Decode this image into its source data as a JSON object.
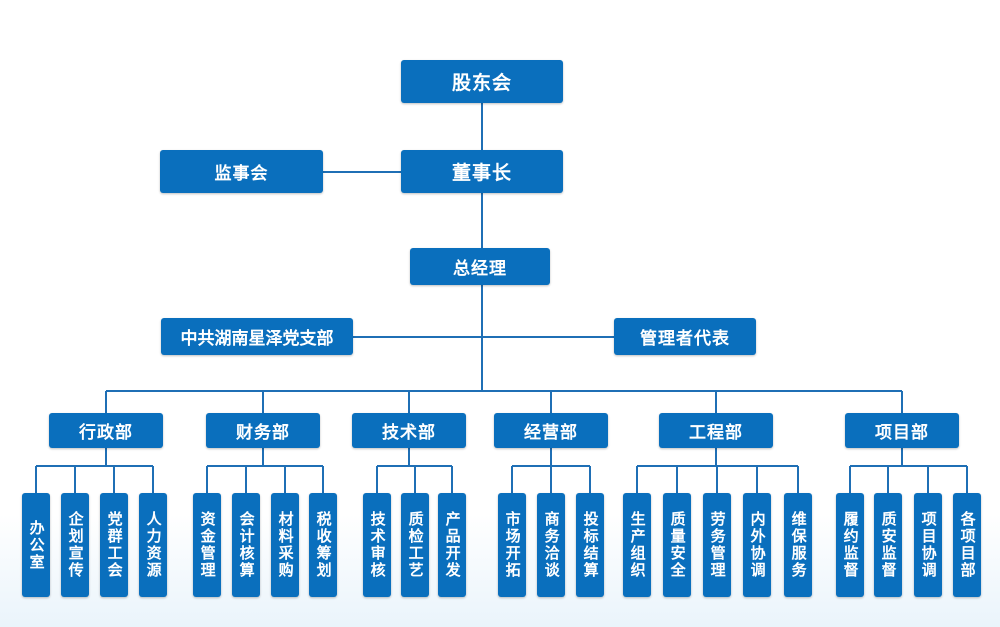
{
  "top": {
    "shareholders": "股东会",
    "chairman": "董事长",
    "supervisors": "监事会",
    "gm": "总经理",
    "party": "中共湖南星泽党支部",
    "rep": "管理者代表"
  },
  "departments": [
    {
      "name": "行政部",
      "units": [
        "办公室",
        "企划宣传",
        "党群工会",
        "人力资源"
      ]
    },
    {
      "name": "财务部",
      "units": [
        "资金管理",
        "会计核算",
        "材料采购",
        "税收筹划"
      ]
    },
    {
      "name": "技术部",
      "units": [
        "技术审核",
        "质检工艺",
        "产品开发"
      ]
    },
    {
      "name": "经营部",
      "units": [
        "市场开拓",
        "商务洽谈",
        "投标结算"
      ]
    },
    {
      "name": "工程部",
      "units": [
        "生产组织",
        "质量安全",
        "劳务管理",
        "内外协调",
        "维保服务"
      ]
    },
    {
      "name": "项目部",
      "units": [
        "履约监督",
        "质安监督",
        "项目协调",
        "各项目部"
      ]
    }
  ],
  "colors": {
    "box": "#0a6fbd",
    "line": "#1f6fb5"
  }
}
